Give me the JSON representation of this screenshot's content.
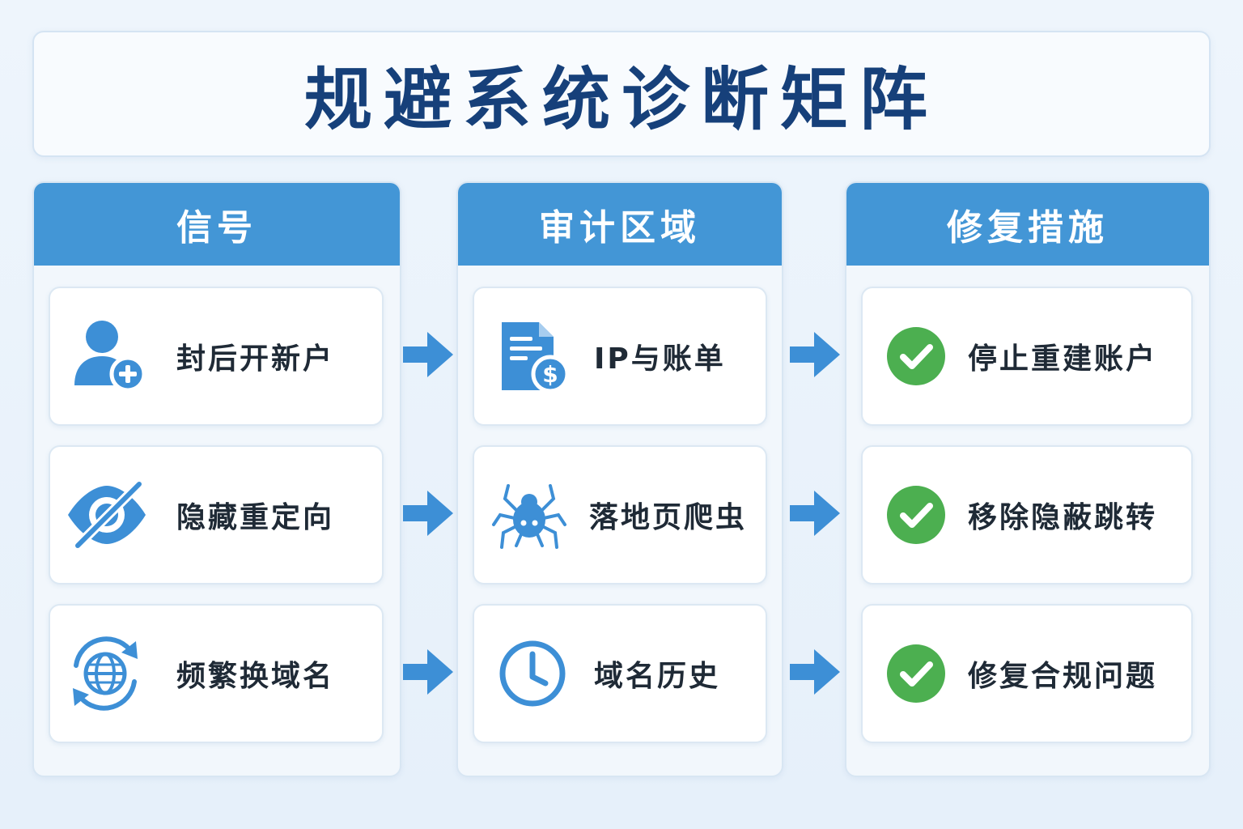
{
  "title": "规避系统诊断矩阵",
  "colors": {
    "header_blue": "#4396d6",
    "icon_blue": "#3d8fd6",
    "check_green": "#4caf50",
    "title_navy": "#16407a"
  },
  "columns": [
    {
      "header": "信号",
      "items": [
        {
          "label": "封后开新户",
          "icon": "user-plus-icon"
        },
        {
          "label": "隐藏重定向",
          "icon": "eye-slash-icon"
        },
        {
          "label": "频繁换域名",
          "icon": "globe-refresh-icon"
        }
      ]
    },
    {
      "header": "审计区域",
      "items": [
        {
          "label": "IP与账单",
          "icon": "invoice-dollar-icon"
        },
        {
          "label": "落地页爬虫",
          "icon": "spider-icon"
        },
        {
          "label": "域名历史",
          "icon": "clock-icon"
        }
      ]
    },
    {
      "header": "修复措施",
      "items": [
        {
          "label": "停止重建账户",
          "icon": "check-circle-icon"
        },
        {
          "label": "移除隐蔽跳转",
          "icon": "check-circle-icon"
        },
        {
          "label": "修复合规问题",
          "icon": "check-circle-icon"
        }
      ]
    }
  ]
}
